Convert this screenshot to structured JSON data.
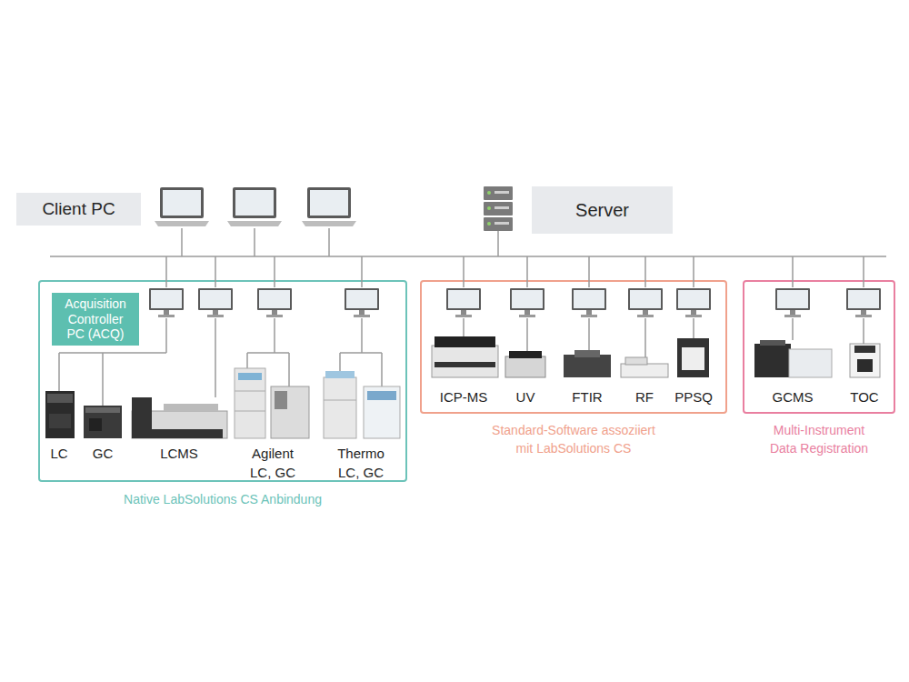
{
  "diagram": {
    "nodes": [
      {
        "text": [
          "Client PC"
        ]
      },
      {
        "text": [
          "Server"
        ]
      },
      {
        "text": [
          "Native LabSolutions CS Anbindung"
        ]
      },
      {
        "text": [
          "Acquisition Controller PC (ACQ)"
        ],
        "in": 2
      },
      {
        "text": [
          "Standard-Software assoziiert mit LabSolutions CS"
        ]
      },
      {
        "text": [
          "Multi-Instrument Data Registration"
        ]
      }
    ],
    "labels": [
      "LC",
      "GC",
      "LCMS",
      "Agilent LC, GC",
      "Thermo LC, GC",
      "ICP-MS",
      "UV",
      "FTIR",
      "RF",
      "PPSQ",
      "GCMS",
      "TOC"
    ]
  }
}
